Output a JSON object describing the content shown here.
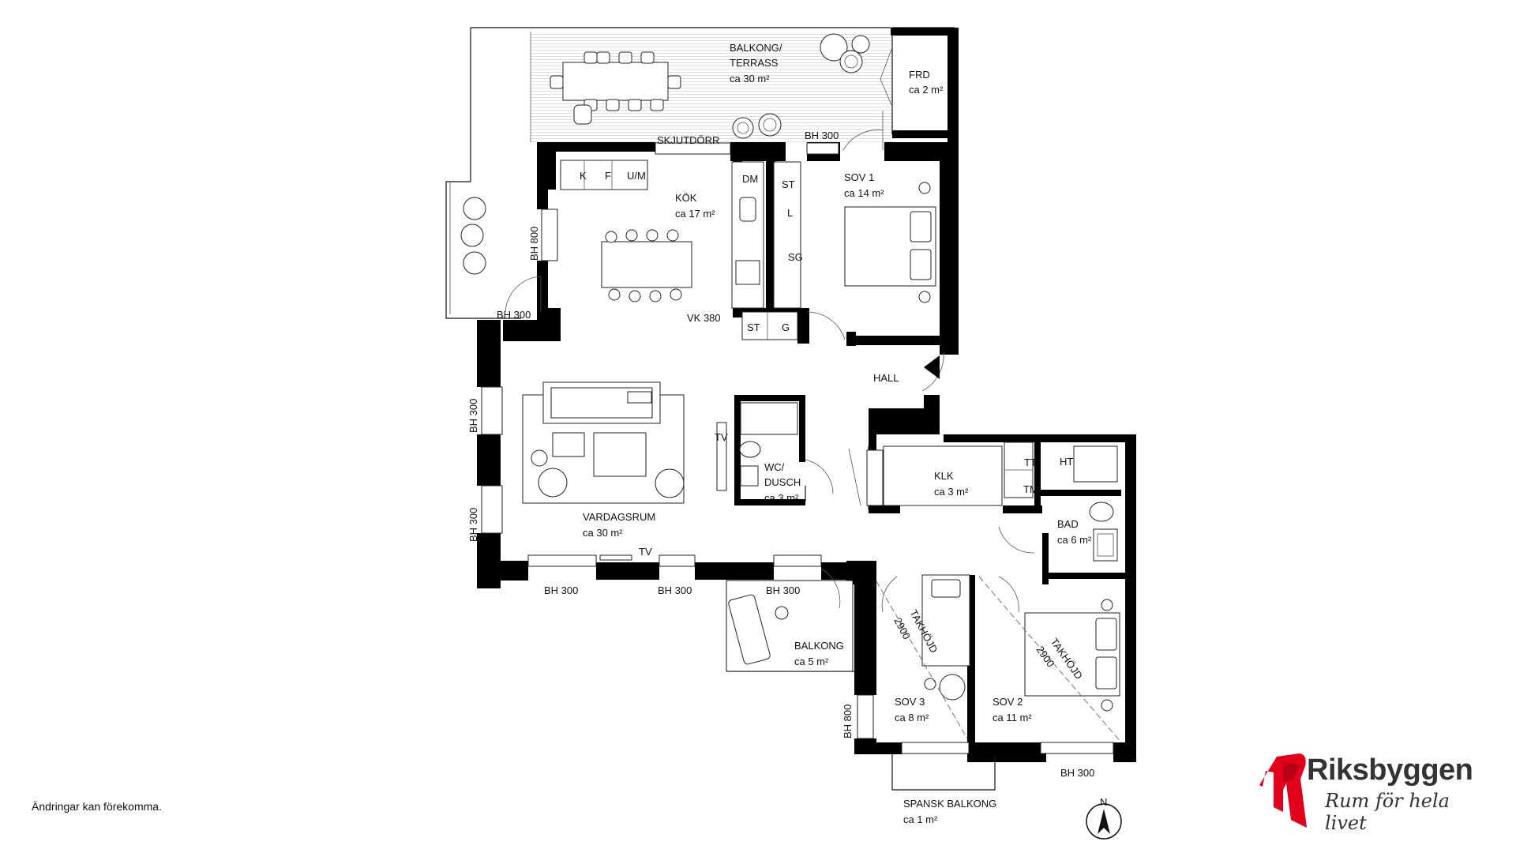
{
  "rooms": {
    "balcony_terrace": {
      "name_l1": "BALKONG/",
      "name_l2": "TERRASS",
      "area": "ca 30 m²"
    },
    "frd": {
      "name": "FRD",
      "area": "ca 2 m²"
    },
    "kitchen": {
      "name": "KÖK",
      "area": "ca 17 m²"
    },
    "sov1": {
      "name": "SOV 1",
      "area": "ca 14 m²"
    },
    "hall": {
      "name": "HALL"
    },
    "living": {
      "name": "VARDAGSRUM",
      "area": "ca 30 m²"
    },
    "wc": {
      "name_l1": "WC/",
      "name_l2": "DUSCH",
      "area": "ca 3 m²"
    },
    "klk": {
      "name": "KLK",
      "area": "ca 3 m²"
    },
    "bad": {
      "name": "BAD",
      "area": "ca 6 m²"
    },
    "balcony_small": {
      "name": "BALKONG",
      "area": "ca 5 m²"
    },
    "sov3": {
      "name": "SOV 3",
      "area": "ca 8 m²"
    },
    "sov2": {
      "name": "SOV 2",
      "area": "ca 11 m²"
    },
    "spansk": {
      "name": "SPANSK BALKONG",
      "area": "ca 1 m²"
    }
  },
  "appliances": {
    "k": "K",
    "f": "F",
    "um": "U/M",
    "dm": "DM",
    "st": "ST",
    "l": "L",
    "sg": "SG",
    "st2": "ST",
    "g": "G",
    "tt": "TT",
    "tm": "TM",
    "ht": "HT"
  },
  "labels": {
    "skjutdorr": "SKJUTDÖRR",
    "vk380": "VK 380",
    "tv1": "TV",
    "tv2": "TV",
    "bh300_balcony": "BH 300",
    "bh800_kitchen": "BH 800",
    "bh300_kitchen": "BH 300",
    "bh300_left1": "BH 300",
    "bh300_left2": "BH 300",
    "bh300_bottom1": "BH 300",
    "bh300_bottom2": "BH 300",
    "bh300_bottom3": "BH 300",
    "bh800_sov3": "BH 800",
    "bh300_sov2": "BH 300",
    "takhojd_a": "TAKHÖJD",
    "takhojd_a_val": "2900",
    "takhojd_b": "TAKHÖJD",
    "takhojd_b_val": "2900",
    "north": "N"
  },
  "disclaimer": "Ändringar kan förekomma.",
  "logo": {
    "name": "Riksbyggen",
    "tagline": "Rum för hela livet"
  },
  "colors": {
    "wall": "#000000",
    "brand_red": "#e2001a",
    "brand_dark": "#b50016",
    "logo_text": "#333333"
  }
}
